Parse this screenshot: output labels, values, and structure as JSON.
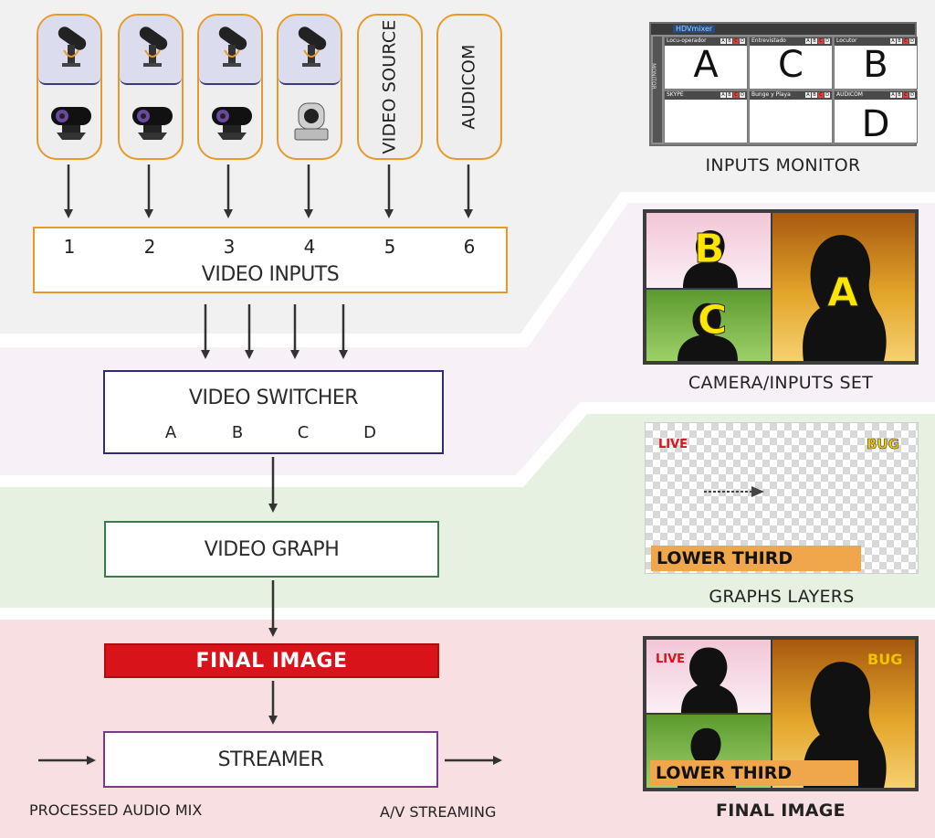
{
  "inputs_top": [
    {
      "id": "1",
      "kind": "mic-webcam"
    },
    {
      "id": "2",
      "kind": "mic-webcam"
    },
    {
      "id": "3",
      "kind": "mic-webcam"
    },
    {
      "id": "4",
      "kind": "mic-ptz"
    },
    {
      "id": "5",
      "label": "VIDEO SOURCE"
    },
    {
      "id": "6",
      "label": "AUDICOM"
    }
  ],
  "video_inputs": {
    "title": "VIDEO INPUTS",
    "numbers": [
      "1",
      "2",
      "3",
      "4",
      "5",
      "6"
    ]
  },
  "video_switcher": {
    "title": "VIDEO SWITCHER",
    "letters": [
      "A",
      "B",
      "C",
      "D"
    ]
  },
  "video_graph": {
    "title": "VIDEO GRAPH"
  },
  "final_image_bar": {
    "title": "FINAL IMAGE"
  },
  "streamer": {
    "title": "STREAMER"
  },
  "audio_in": {
    "label": "PROCESSED AUDIO MIX"
  },
  "av_out": {
    "label": "A/V STREAMING"
  },
  "inputs_monitor": {
    "caption": "INPUTS MONITOR",
    "app_title": "HDVmixer",
    "side_label": "MONITOR",
    "cells": [
      {
        "name": "Locu-operador",
        "letter": "A"
      },
      {
        "name": "Entrevistado",
        "letter": "C"
      },
      {
        "name": "Locutor",
        "letter": "B"
      },
      {
        "name": "SKYPE",
        "letter": ""
      },
      {
        "name": "Bunge y Playa",
        "letter": ""
      },
      {
        "name": "AUDICOM",
        "letter": "D"
      }
    ],
    "tally": [
      "A",
      "B",
      "C",
      "D"
    ]
  },
  "camera_set": {
    "caption": "CAMERA/INPUTS SET",
    "labels": [
      "B",
      "C",
      "A"
    ]
  },
  "graphs_layers": {
    "caption": "GRAPHS LAYERS",
    "live": "LIVE",
    "bug": "BUG",
    "lower_third": "LOWER THIRD"
  },
  "final_preview": {
    "caption": "FINAL IMAGE",
    "live": "LIVE",
    "bug": "BUG",
    "lower_third": "LOWER THIRD"
  },
  "colors": {
    "band_gray": "#f1f1f1",
    "band_purple": "#f7f0f6",
    "band_green": "#e6f1e2",
    "band_red": "#f8dfe2",
    "orange": "#e59a2c",
    "navy": "#2f2a7a",
    "green": "#3a7a4a",
    "red": "#d8141a",
    "purple": "#7a3a8a"
  }
}
